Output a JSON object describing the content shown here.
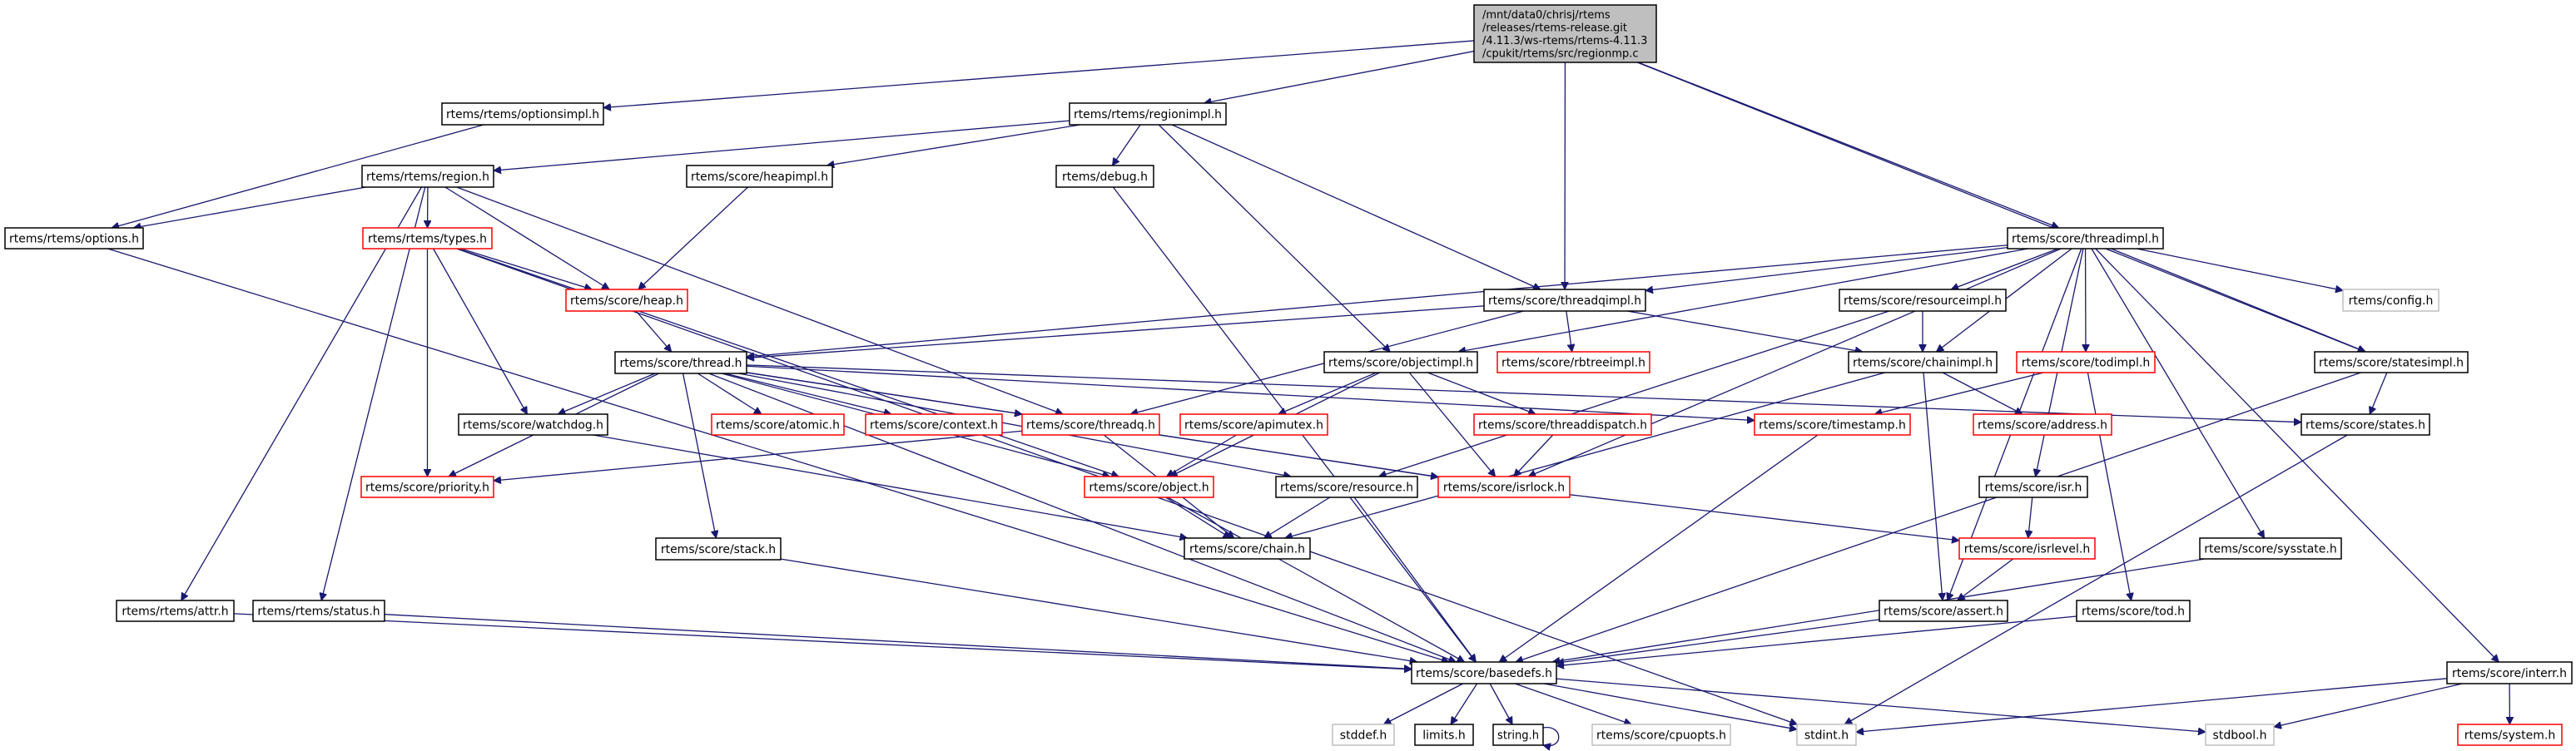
{
  "colors": {
    "edge": "#191970",
    "black": "#000000",
    "red": "#ff0000",
    "gray": "#bfbfbf",
    "root_fill": "#bfbfbf"
  },
  "graph": {
    "root": {
      "id": "root",
      "lines": [
        "/mnt/data0/chrisj/rtems",
        "/releases/rtems-release.git",
        "/4.11.3/ws-rtems/rtems-4.11.3",
        "/cpukit/rtems/src/regionmp.c"
      ]
    },
    "nodes": [
      {
        "id": "optionsimpl",
        "label": "rtems/rtems/optionsimpl.h",
        "border": "black"
      },
      {
        "id": "regionimpl",
        "label": "rtems/rtems/regionimpl.h",
        "border": "black"
      },
      {
        "id": "region",
        "label": "rtems/rtems/region.h",
        "border": "black"
      },
      {
        "id": "heapimpl",
        "label": "rtems/score/heapimpl.h",
        "border": "black"
      },
      {
        "id": "debug",
        "label": "rtems/debug.h",
        "border": "black"
      },
      {
        "id": "options",
        "label": "rtems/rtems/options.h",
        "border": "black"
      },
      {
        "id": "types",
        "label": "rtems/rtems/types.h",
        "border": "red"
      },
      {
        "id": "threadimpl",
        "label": "rtems/score/threadimpl.h",
        "border": "black"
      },
      {
        "id": "heap",
        "label": "rtems/score/heap.h",
        "border": "red"
      },
      {
        "id": "threadqimpl",
        "label": "rtems/score/threadqimpl.h",
        "border": "black"
      },
      {
        "id": "resourceimpl",
        "label": "rtems/score/resourceimpl.h",
        "border": "black"
      },
      {
        "id": "config",
        "label": "rtems/config.h",
        "border": "gray"
      },
      {
        "id": "thread",
        "label": "rtems/score/thread.h",
        "border": "black"
      },
      {
        "id": "objectimpl",
        "label": "rtems/score/objectimpl.h",
        "border": "black"
      },
      {
        "id": "rbtreeimpl",
        "label": "rtems/score/rbtreeimpl.h",
        "border": "red"
      },
      {
        "id": "chainimpl",
        "label": "rtems/score/chainimpl.h",
        "border": "black"
      },
      {
        "id": "todimpl",
        "label": "rtems/score/todimpl.h",
        "border": "red"
      },
      {
        "id": "statesimpl",
        "label": "rtems/score/statesimpl.h",
        "border": "black"
      },
      {
        "id": "watchdog",
        "label": "rtems/score/watchdog.h",
        "border": "black"
      },
      {
        "id": "atomic",
        "label": "rtems/score/atomic.h",
        "border": "red"
      },
      {
        "id": "context",
        "label": "rtems/score/context.h",
        "border": "red"
      },
      {
        "id": "threadq",
        "label": "rtems/score/threadq.h",
        "border": "red"
      },
      {
        "id": "apimutex",
        "label": "rtems/score/apimutex.h",
        "border": "red"
      },
      {
        "id": "threaddispatch",
        "label": "rtems/score/threaddispatch.h",
        "border": "red"
      },
      {
        "id": "timestamp",
        "label": "rtems/score/timestamp.h",
        "border": "red"
      },
      {
        "id": "address",
        "label": "rtems/score/address.h",
        "border": "red"
      },
      {
        "id": "states",
        "label": "rtems/score/states.h",
        "border": "black"
      },
      {
        "id": "priority",
        "label": "rtems/score/priority.h",
        "border": "red"
      },
      {
        "id": "object",
        "label": "rtems/score/object.h",
        "border": "red"
      },
      {
        "id": "resource",
        "label": "rtems/score/resource.h",
        "border": "black"
      },
      {
        "id": "isrlock",
        "label": "rtems/score/isrlock.h",
        "border": "red"
      },
      {
        "id": "isr",
        "label": "rtems/score/isr.h",
        "border": "black"
      },
      {
        "id": "stack",
        "label": "rtems/score/stack.h",
        "border": "black"
      },
      {
        "id": "chain",
        "label": "rtems/score/chain.h",
        "border": "black"
      },
      {
        "id": "isrlevel",
        "label": "rtems/score/isrlevel.h",
        "border": "red"
      },
      {
        "id": "sysstate",
        "label": "rtems/score/sysstate.h",
        "border": "black"
      },
      {
        "id": "attr",
        "label": "rtems/rtems/attr.h",
        "border": "black"
      },
      {
        "id": "status",
        "label": "rtems/rtems/status.h",
        "border": "black"
      },
      {
        "id": "assert",
        "label": "rtems/score/assert.h",
        "border": "black"
      },
      {
        "id": "tod",
        "label": "rtems/score/tod.h",
        "border": "black"
      },
      {
        "id": "basedefs",
        "label": "rtems/score/basedefs.h",
        "border": "black"
      },
      {
        "id": "interr",
        "label": "rtems/score/interr.h",
        "border": "black"
      },
      {
        "id": "stddef",
        "label": "stddef.h",
        "border": "gray"
      },
      {
        "id": "limits",
        "label": "limits.h",
        "border": "black"
      },
      {
        "id": "string",
        "label": "string.h",
        "border": "black"
      },
      {
        "id": "cpuopts",
        "label": "rtems/score/cpuopts.h",
        "border": "gray"
      },
      {
        "id": "stdint",
        "label": "stdint.h",
        "border": "gray"
      },
      {
        "id": "stdbool",
        "label": "stdbool.h",
        "border": "gray"
      },
      {
        "id": "system",
        "label": "rtems/system.h",
        "border": "red"
      }
    ],
    "edges": [
      [
        "root",
        "optionsimpl"
      ],
      [
        "root",
        "regionimpl"
      ],
      [
        "root",
        "threadqimpl"
      ],
      [
        "root",
        "threadimpl"
      ],
      [
        "root",
        "statesimpl"
      ],
      [
        "optionsimpl",
        "options"
      ],
      [
        "regionimpl",
        "region"
      ],
      [
        "regionimpl",
        "heapimpl"
      ],
      [
        "regionimpl",
        "debug"
      ],
      [
        "regionimpl",
        "objectimpl"
      ],
      [
        "regionimpl",
        "threadqimpl"
      ],
      [
        "region",
        "options"
      ],
      [
        "region",
        "types"
      ],
      [
        "region",
        "heap"
      ],
      [
        "region",
        "attr"
      ],
      [
        "region",
        "status"
      ],
      [
        "region",
        "threadq"
      ],
      [
        "heapimpl",
        "heap"
      ],
      [
        "debug",
        "basedefs"
      ],
      [
        "options",
        "basedefs"
      ],
      [
        "types",
        "heap"
      ],
      [
        "types",
        "priority"
      ],
      [
        "types",
        "watchdog"
      ],
      [
        "types",
        "object"
      ],
      [
        "types",
        "stdint"
      ],
      [
        "heap",
        "thread"
      ],
      [
        "thread",
        "watchdog"
      ],
      [
        "thread",
        "atomic"
      ],
      [
        "thread",
        "context"
      ],
      [
        "thread",
        "threadq"
      ],
      [
        "thread",
        "priority"
      ],
      [
        "thread",
        "stack"
      ],
      [
        "thread",
        "basedefs"
      ],
      [
        "thread",
        "object"
      ],
      [
        "thread",
        "resource"
      ],
      [
        "thread",
        "isrlock"
      ],
      [
        "thread",
        "timestamp"
      ],
      [
        "thread",
        "states"
      ],
      [
        "watchdog",
        "chain"
      ],
      [
        "threadqimpl",
        "thread"
      ],
      [
        "threadqimpl",
        "threadq"
      ],
      [
        "threadqimpl",
        "rbtreeimpl"
      ],
      [
        "threadqimpl",
        "chainimpl"
      ],
      [
        "threadimpl",
        "thread"
      ],
      [
        "threadimpl",
        "threadqimpl"
      ],
      [
        "threadimpl",
        "objectimpl"
      ],
      [
        "threadimpl",
        "resourceimpl"
      ],
      [
        "threadimpl",
        "chainimpl"
      ],
      [
        "threadimpl",
        "todimpl"
      ],
      [
        "threadimpl",
        "config"
      ],
      [
        "threadimpl",
        "statesimpl"
      ],
      [
        "threadimpl",
        "isr"
      ],
      [
        "threadimpl",
        "sysstate"
      ],
      [
        "threadimpl",
        "interr"
      ],
      [
        "threadimpl",
        "assert"
      ],
      [
        "threadimpl",
        "isrlock"
      ],
      [
        "resourceimpl",
        "chainimpl"
      ],
      [
        "resourceimpl",
        "resource"
      ],
      [
        "objectimpl",
        "apimutex"
      ],
      [
        "objectimpl",
        "threaddispatch"
      ],
      [
        "objectimpl",
        "isrlock"
      ],
      [
        "objectimpl",
        "object"
      ],
      [
        "chainimpl",
        "chain"
      ],
      [
        "chainimpl",
        "address"
      ],
      [
        "chainimpl",
        "assert"
      ],
      [
        "todimpl",
        "timestamp"
      ],
      [
        "todimpl",
        "tod"
      ],
      [
        "statesimpl",
        "states"
      ],
      [
        "statesimpl",
        "basedefs"
      ],
      [
        "states",
        "stdint"
      ],
      [
        "threadq",
        "priority"
      ],
      [
        "threadq",
        "isrlock"
      ],
      [
        "threadq",
        "chain"
      ],
      [
        "apimutex",
        "object"
      ],
      [
        "threaddispatch",
        "isrlock"
      ],
      [
        "object",
        "chain"
      ],
      [
        "object",
        "basedefs"
      ],
      [
        "resource",
        "chain"
      ],
      [
        "resource",
        "basedefs"
      ],
      [
        "isrlock",
        "isrlevel"
      ],
      [
        "isr",
        "isrlevel"
      ],
      [
        "isrlevel",
        "assert"
      ],
      [
        "timestamp",
        "basedefs"
      ],
      [
        "sysstate",
        "basedefs"
      ],
      [
        "assert",
        "basedefs"
      ],
      [
        "tod",
        "basedefs"
      ],
      [
        "stack",
        "basedefs"
      ],
      [
        "attr",
        "basedefs"
      ],
      [
        "status",
        "basedefs"
      ],
      [
        "basedefs",
        "stddef"
      ],
      [
        "basedefs",
        "limits"
      ],
      [
        "basedefs",
        "string"
      ],
      [
        "basedefs",
        "cpuopts"
      ],
      [
        "basedefs",
        "stdint"
      ],
      [
        "basedefs",
        "stdbool"
      ],
      [
        "string",
        "string"
      ],
      [
        "interr",
        "stdint"
      ],
      [
        "interr",
        "stdbool"
      ],
      [
        "interr",
        "system"
      ]
    ]
  }
}
